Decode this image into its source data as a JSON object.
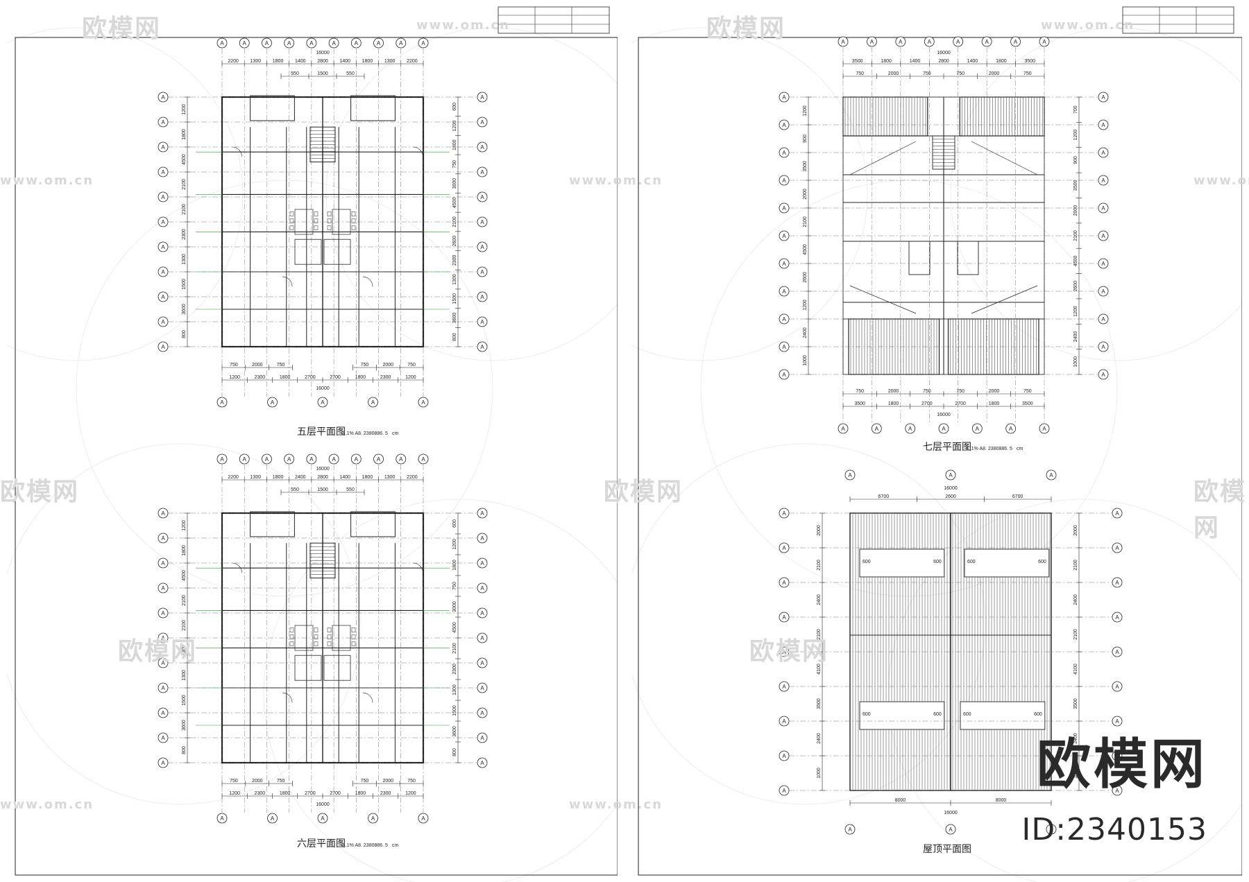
{
  "sheets": {
    "left": {
      "plan_top": {
        "title": "五层平面图",
        "scale": "8 ,1% A8. 2380886. 5",
        "unit": "cm",
        "overall": "16000",
        "top_dims": [
          "2200",
          "1300",
          "1800",
          "1400",
          "2800",
          "1400",
          "1800",
          "1300",
          "2200"
        ],
        "top_sub": [
          "550",
          "1500",
          "550"
        ],
        "bottom_dims_1": [
          "750",
          "2000",
          "750",
          "750",
          "2000",
          "750"
        ],
        "bottom_dims_2": [
          "1200",
          "2300",
          "1800",
          "2700",
          "2700",
          "1800",
          "2300",
          "1200"
        ],
        "bottom_overall": "16000",
        "left_dims": [
          "1200",
          "1800",
          "4500",
          "2100",
          "2100",
          "2300",
          "1300",
          "1500",
          "3600",
          "800"
        ],
        "right_dims": [
          "600",
          "1200",
          "1800",
          "750",
          "3000",
          "4500",
          "2100",
          "2600",
          "2300",
          "1300",
          "1500",
          "3600",
          "800"
        ]
      },
      "plan_bottom": {
        "title": "六层平面图",
        "scale": "8 ,1% A8. 2380886. 5",
        "unit": "cm",
        "overall": "16000",
        "top_dims": [
          "2200",
          "1300",
          "1800",
          "2400",
          "2800",
          "1400",
          "1800",
          "1300",
          "2200"
        ],
        "top_sub": [
          "550",
          "1500",
          "550"
        ],
        "bottom_dims_1": [
          "750",
          "2000",
          "750",
          "750",
          "2000",
          "750"
        ],
        "bottom_dims_2": [
          "1200",
          "2300",
          "1800",
          "2700",
          "2700",
          "1800",
          "2300",
          "1200"
        ],
        "bottom_overall": "16000",
        "left_dims": [
          "1200",
          "1800",
          "4500",
          "2100",
          "2100",
          "2300",
          "1300",
          "1500",
          "3600",
          "800"
        ],
        "right_dims": [
          "600",
          "1200",
          "1800",
          "750",
          "3000",
          "4500",
          "2100",
          "2300",
          "1300",
          "1500",
          "3600",
          "800"
        ]
      }
    },
    "right": {
      "plan_top": {
        "title": "七层平面图",
        "scale": "8 ,1% A8. 2380886. 5",
        "unit": "cm",
        "overall": "16000",
        "top_dims": [
          "3500",
          "1800",
          "1400",
          "2800",
          "1400",
          "1800",
          "3500"
        ],
        "top_sub": [
          "750",
          "2000",
          "750",
          "750",
          "2000",
          "750"
        ],
        "bottom_dims_1": [
          "750",
          "2000",
          "750",
          "750",
          "2000",
          "750"
        ],
        "bottom_dims_2": [
          "3500",
          "1800",
          "2700",
          "2700",
          "1800",
          "3500"
        ],
        "bottom_overall": "16000",
        "left_dims": [
          "1200",
          "900",
          "3500",
          "2000",
          "2100",
          "4500",
          "2600",
          "1200",
          "2400",
          "1000"
        ],
        "right_dims": [
          "700",
          "1200",
          "900",
          "3500",
          "2000",
          "2100",
          "4500",
          "2600",
          "1200",
          "2400",
          "1000"
        ]
      },
      "plan_bottom": {
        "title": "屋顶平面图",
        "overall": "16000",
        "top_dims": [
          "6700",
          "2600",
          "6700"
        ],
        "bottom_dims": [
          "8000",
          "8000"
        ],
        "bottom_overall": "16000",
        "left_dims": [
          "2000",
          "2100",
          "2400",
          "2100",
          "4100",
          "3500",
          "2400",
          "1000"
        ],
        "right_dims": [
          "2000",
          "2100",
          "2400",
          "2100",
          "4100",
          "3500",
          "2400",
          "1000"
        ],
        "inner_labels": [
          "600",
          "600",
          "600",
          "600",
          "600",
          "600",
          "600",
          "600"
        ]
      }
    }
  },
  "grid_label": "A",
  "watermark": {
    "brand": "欧模网",
    "site": "www.om.cn"
  },
  "brand_logo": "欧模网",
  "brand_id": "ID:2340153"
}
